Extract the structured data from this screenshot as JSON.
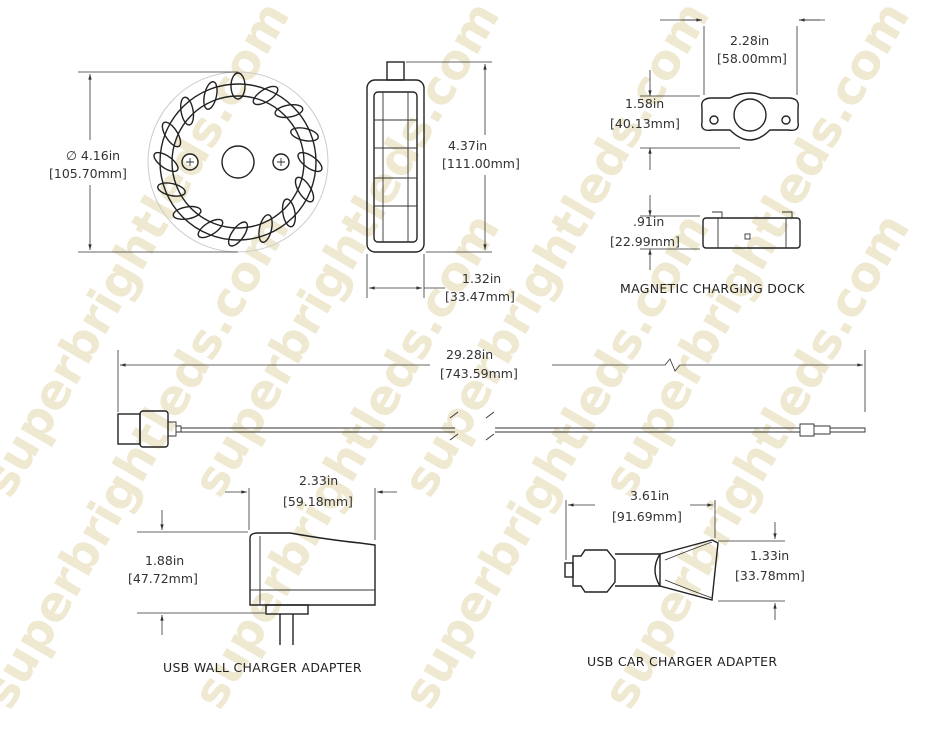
{
  "watermark": "superbrightleds.com",
  "flasher_front": {
    "dia_in": "∅ 4.16in",
    "dia_mm": "[105.70mm]"
  },
  "flasher_side": {
    "height_in": "4.37in",
    "height_mm": "[111.00mm]",
    "width_in": "1.32in",
    "width_mm": "[33.47mm]"
  },
  "dock": {
    "width_in": "2.28in",
    "width_mm": "[58.00mm]",
    "height_in": "1.58in",
    "height_mm": "[40.13mm]",
    "depth_in": ".91in",
    "depth_mm": "[22.99mm]",
    "label": "MAGNETIC CHARGING DOCK"
  },
  "cable": {
    "length_in": "29.28in",
    "length_mm": "[743.59mm]"
  },
  "wall_charger": {
    "width_in": "2.33in",
    "width_mm": "[59.18mm]",
    "height_in": "1.88in",
    "height_mm": "[47.72mm]",
    "label": "USB WALL CHARGER ADAPTER"
  },
  "car_charger": {
    "length_in": "3.61in",
    "length_mm": "[91.69mm]",
    "height_in": "1.33in",
    "height_mm": "[33.78mm]",
    "label": "USB CAR CHARGER ADAPTER"
  }
}
